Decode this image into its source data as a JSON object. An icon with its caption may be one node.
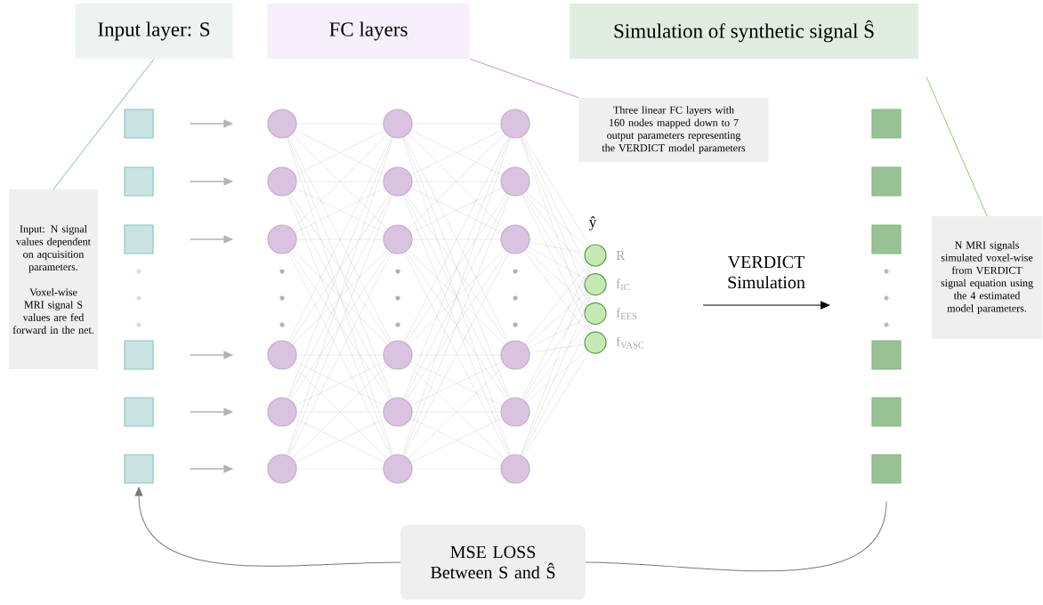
{
  "diagram": {
    "nodes": [
      {
        "text": [
          "Input layer: S"
        ]
      },
      {
        "text": [
          "FC layers"
        ]
      },
      {
        "text": [
          "Simulation of synthetic signal Ŝ"
        ]
      },
      {
        "text": [
          "Input: N signal values dependent on aqcuisition parameters.",
          "Voxel-wise MRI signal S values are fed forward in the net."
        ]
      },
      {
        "text": [
          "Three linear FC layers with 160 nodes mapped down to 7 output parameters representing the VERDICT model parameters"
        ]
      },
      {
        "text": [
          "N MRI signals simulated voxel-wise from VERDICT signal equation using the 4 estimated model parameters."
        ]
      },
      {
        "text": [
          "MSE LOSS Between S and Ŝ"
        ]
      },
      {
        "text": [],
        "shape": "box"
      },
      {
        "text": [],
        "shape": "box"
      },
      {
        "text": [],
        "shape": "box"
      },
      {
        "text": [],
        "shape": "box"
      },
      {
        "text": [],
        "shape": "box"
      },
      {
        "text": [],
        "shape": "box"
      },
      {
        "text": [],
        "shape": "circle"
      },
      {
        "text": [],
        "shape": "circle"
      },
      {
        "text": [],
        "shape": "circle"
      },
      {
        "text": [],
        "shape": "circle"
      },
      {
        "text": [],
        "shape": "circle"
      },
      {
        "text": [],
        "shape": "circle"
      },
      {
        "text": [],
        "shape": "circle"
      },
      {
        "text": [],
        "shape": "circle"
      },
      {
        "text": [],
        "shape": "circle"
      },
      {
        "text": [],
        "shape": "circle"
      },
      {
        "text": [],
        "shape": "circle"
      },
      {
        "text": [],
        "shape": "circle"
      },
      {
        "text": [],
        "shape": "circle"
      },
      {
        "text": [],
        "shape": "circle"
      },
      {
        "text": [],
        "shape": "circle"
      },
      {
        "text": [],
        "shape": "circle"
      },
      {
        "text": [],
        "shape": "circle"
      },
      {
        "text": [],
        "shape": "circle"
      },
      {
        "text": [],
        "shape": "circle",
        "beside": [
          "R"
        ]
      },
      {
        "text": [],
        "shape": "circle",
        "beside": [
          "f$_{IC}$"
        ]
      },
      {
        "text": [],
        "shape": "circle",
        "beside": [
          "f$_{EES}$"
        ]
      },
      {
        "text": [],
        "shape": "circle",
        "beside": [
          "f$_{VASC}$"
        ]
      },
      {
        "text": [],
        "shape": "box"
      },
      {
        "text": [],
        "shape": "box"
      },
      {
        "text": [],
        "shape": "box"
      },
      {
        "text": [],
        "shape": "box"
      },
      {
        "text": [],
        "shape": "box"
      },
      {
        "text": [],
        "shape": "box"
      }
    ],
    "edges": [
      {
        "from": 0,
        "to": 3,
        "arrow": "none",
        "color": "#8cc4c4"
      },
      {
        "from": 1,
        "to": 4,
        "arrow": "none",
        "color": "#c9a0d0"
      },
      {
        "from": 2,
        "to": 5,
        "arrow": "none",
        "color": "#8fd27a"
      },
      {
        "from": 7,
        "to": 13,
        "arrow": "to",
        "color": "#b3b3b3"
      },
      {
        "from": 8,
        "to": 14,
        "arrow": "to",
        "color": "#b3b3b3"
      },
      {
        "from": 9,
        "to": 15,
        "arrow": "to",
        "color": "#b3b3b3"
      },
      {
        "from": 10,
        "to": 16,
        "arrow": "to",
        "color": "#b3b3b3"
      },
      {
        "from": 11,
        "to": 17,
        "arrow": "to",
        "color": "#b3b3b3"
      },
      {
        "from": 12,
        "to": 18,
        "arrow": "to",
        "color": "#b3b3b3"
      },
      {
        "from": 13,
        "to": 19,
        "arrow": "none"
      },
      {
        "from": 13,
        "to": 20,
        "arrow": "none"
      },
      {
        "from": 13,
        "to": 21,
        "arrow": "none"
      },
      {
        "from": 13,
        "to": 22,
        "arrow": "none"
      },
      {
        "from": 13,
        "to": 23,
        "arrow": "none"
      },
      {
        "from": 13,
        "to": 24,
        "arrow": "none"
      },
      {
        "from": 14,
        "to": 19,
        "arrow": "none"
      },
      {
        "from": 14,
        "to": 20,
        "arrow": "none"
      },
      {
        "from": 14,
        "to": 21,
        "arrow": "none"
      },
      {
        "from": 14,
        "to": 22,
        "arrow": "none"
      },
      {
        "from": 14,
        "to": 23,
        "arrow": "none"
      },
      {
        "from": 14,
        "to": 24,
        "arrow": "none"
      },
      {
        "from": 15,
        "to": 19,
        "arrow": "none"
      },
      {
        "from": 15,
        "to": 20,
        "arrow": "none"
      },
      {
        "from": 15,
        "to": 21,
        "arrow": "none"
      },
      {
        "from": 15,
        "to": 22,
        "arrow": "none"
      },
      {
        "from": 15,
        "to": 23,
        "arrow": "none"
      },
      {
        "from": 15,
        "to": 24,
        "arrow": "none"
      },
      {
        "from": 16,
        "to": 19,
        "arrow": "none"
      },
      {
        "from": 16,
        "to": 20,
        "arrow": "none"
      },
      {
        "from": 16,
        "to": 21,
        "arrow": "none"
      },
      {
        "from": 16,
        "to": 22,
        "arrow": "none"
      },
      {
        "from": 16,
        "to": 23,
        "arrow": "none"
      },
      {
        "from": 16,
        "to": 24,
        "arrow": "none"
      },
      {
        "from": 17,
        "to": 19,
        "arrow": "none"
      },
      {
        "from": 17,
        "to": 20,
        "arrow": "none"
      },
      {
        "from": 17,
        "to": 21,
        "arrow": "none"
      },
      {
        "from": 17,
        "to": 22,
        "arrow": "none"
      },
      {
        "from": 17,
        "to": 23,
        "arrow": "none"
      },
      {
        "from": 17,
        "to": 24,
        "arrow": "none"
      },
      {
        "from": 18,
        "to": 19,
        "arrow": "none"
      },
      {
        "from": 18,
        "to": 20,
        "arrow": "none"
      },
      {
        "from": 18,
        "to": 21,
        "arrow": "none"
      },
      {
        "from": 18,
        "to": 22,
        "arrow": "none"
      },
      {
        "from": 18,
        "to": 23,
        "arrow": "none"
      },
      {
        "from": 18,
        "to": 24,
        "arrow": "none"
      },
      {
        "from": 19,
        "to": 25,
        "arrow": "none"
      },
      {
        "from": 19,
        "to": 26,
        "arrow": "none"
      },
      {
        "from": 19,
        "to": 27,
        "arrow": "none"
      },
      {
        "from": 19,
        "to": 28,
        "arrow": "none"
      },
      {
        "from": 19,
        "to": 29,
        "arrow": "none"
      },
      {
        "from": 19,
        "to": 30,
        "arrow": "none"
      },
      {
        "from": 20,
        "to": 25,
        "arrow": "none"
      },
      {
        "from": 20,
        "to": 26,
        "arrow": "none"
      },
      {
        "from": 20,
        "to": 27,
        "arrow": "none"
      },
      {
        "from": 20,
        "to": 28,
        "arrow": "none"
      },
      {
        "from": 20,
        "to": 29,
        "arrow": "none"
      },
      {
        "from": 20,
        "to": 30,
        "arrow": "none"
      },
      {
        "from": 21,
        "to": 25,
        "arrow": "none"
      },
      {
        "from": 21,
        "to": 26,
        "arrow": "none"
      },
      {
        "from": 21,
        "to": 27,
        "arrow": "none"
      },
      {
        "from": 21,
        "to": 28,
        "arrow": "none"
      },
      {
        "from": 21,
        "to": 29,
        "arrow": "none"
      },
      {
        "from": 21,
        "to": 30,
        "arrow": "none"
      },
      {
        "from": 22,
        "to": 25,
        "arrow": "none"
      },
      {
        "from": 22,
        "to": 26,
        "arrow": "none"
      },
      {
        "from": 22,
        "to": 27,
        "arrow": "none"
      },
      {
        "from": 22,
        "to": 28,
        "arrow": "none"
      },
      {
        "from": 22,
        "to": 29,
        "arrow": "none"
      },
      {
        "from": 22,
        "to": 30,
        "arrow": "none"
      },
      {
        "from": 23,
        "to": 25,
        "arrow": "none"
      },
      {
        "from": 23,
        "to": 26,
        "arrow": "none"
      },
      {
        "from": 23,
        "to": 27,
        "arrow": "none"
      },
      {
        "from": 23,
        "to": 28,
        "arrow": "none"
      },
      {
        "from": 23,
        "to": 29,
        "arrow": "none"
      },
      {
        "from": 23,
        "to": 30,
        "arrow": "none"
      },
      {
        "from": 24,
        "to": 25,
        "arrow": "none"
      },
      {
        "from": 24,
        "to": 26,
        "arrow": "none"
      },
      {
        "from": 24,
        "to": 27,
        "arrow": "none"
      },
      {
        "from": 24,
        "to": 28,
        "arrow": "none"
      },
      {
        "from": 24,
        "to": 29,
        "arrow": "none"
      },
      {
        "from": 24,
        "to": 30,
        "arrow": "none"
      },
      {
        "from": 25,
        "to": 31,
        "arrow": "none"
      },
      {
        "from": 25,
        "to": 32,
        "arrow": "none"
      },
      {
        "from": 25,
        "to": 33,
        "arrow": "none"
      },
      {
        "from": 25,
        "to": 34,
        "arrow": "none"
      },
      {
        "from": 26,
        "to": 31,
        "arrow": "none"
      },
      {
        "from": 26,
        "to": 32,
        "arrow": "none"
      },
      {
        "from": 26,
        "to": 33,
        "arrow": "none"
      },
      {
        "from": 26,
        "to": 34,
        "arrow": "none"
      },
      {
        "from": 27,
        "to": 31,
        "arrow": "none"
      },
      {
        "from": 27,
        "to": 32,
        "arrow": "none"
      },
      {
        "from": 27,
        "to": 33,
        "arrow": "none"
      },
      {
        "from": 27,
        "to": 34,
        "arrow": "none"
      },
      {
        "from": 28,
        "to": 31,
        "arrow": "none"
      },
      {
        "from": 28,
        "to": 32,
        "arrow": "none"
      },
      {
        "from": 28,
        "to": 33,
        "arrow": "none"
      },
      {
        "from": 28,
        "to": 34,
        "arrow": "none"
      },
      {
        "from": 29,
        "to": 31,
        "arrow": "none"
      },
      {
        "from": 29,
        "to": 32,
        "arrow": "none"
      },
      {
        "from": 29,
        "to": 33,
        "arrow": "none"
      },
      {
        "from": 29,
        "to": 34,
        "arrow": "none"
      },
      {
        "from": 30,
        "to": 31,
        "arrow": "none"
      },
      {
        "from": 30,
        "to": 32,
        "arrow": "none"
      },
      {
        "from": 30,
        "to": 33,
        "arrow": "none"
      },
      {
        "from": 30,
        "to": 34,
        "arrow": "none"
      },
      {
        "from": 40,
        "to": 6,
        "arrow": "none",
        "color": "#777777"
      },
      {
        "from": 6,
        "to": 12,
        "arrow": "to",
        "color": "#777777"
      }
    ],
    "labels": [
      "ŷ",
      "VERDICT Simulation"
    ]
  }
}
